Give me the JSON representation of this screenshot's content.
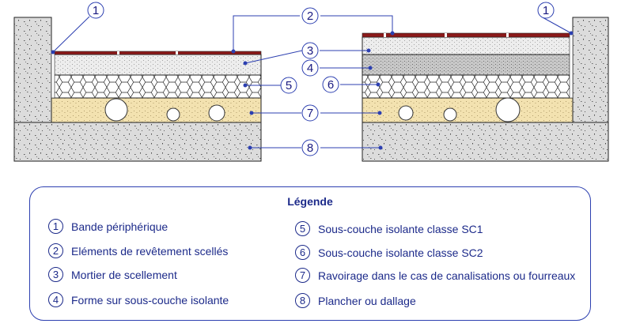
{
  "callouts": {
    "left_1": "1",
    "right_1": "1",
    "c2": "2",
    "c3": "3",
    "c4": "4",
    "c5": "5",
    "c6": "6",
    "c7": "7",
    "c8": "8"
  },
  "legend": {
    "title": "Légende",
    "items": [
      {
        "num": "1",
        "text": "Bande périphérique"
      },
      {
        "num": "2",
        "text": "Eléments de revêtement scellés"
      },
      {
        "num": "3",
        "text": "Mortier de scellement"
      },
      {
        "num": "4",
        "text": "Forme sur sous-couche isolante"
      },
      {
        "num": "5",
        "text": "Sous-couche isolante classe SC1"
      },
      {
        "num": "6",
        "text": "Sous-couche isolante classe SC2"
      },
      {
        "num": "7",
        "text": "Ravoirage dans le cas de canalisations ou fourreaux"
      },
      {
        "num": "8",
        "text": "Plancher ou dallage"
      }
    ]
  },
  "colors": {
    "concrete": "#dcdcdc",
    "tile": "#8b1a1a",
    "mortar": "#eeeeee",
    "form": "#c8c8c8",
    "insulation": "#ffffff",
    "ravoirage": "#f3e2b0",
    "accent": "#2c3fb0"
  }
}
